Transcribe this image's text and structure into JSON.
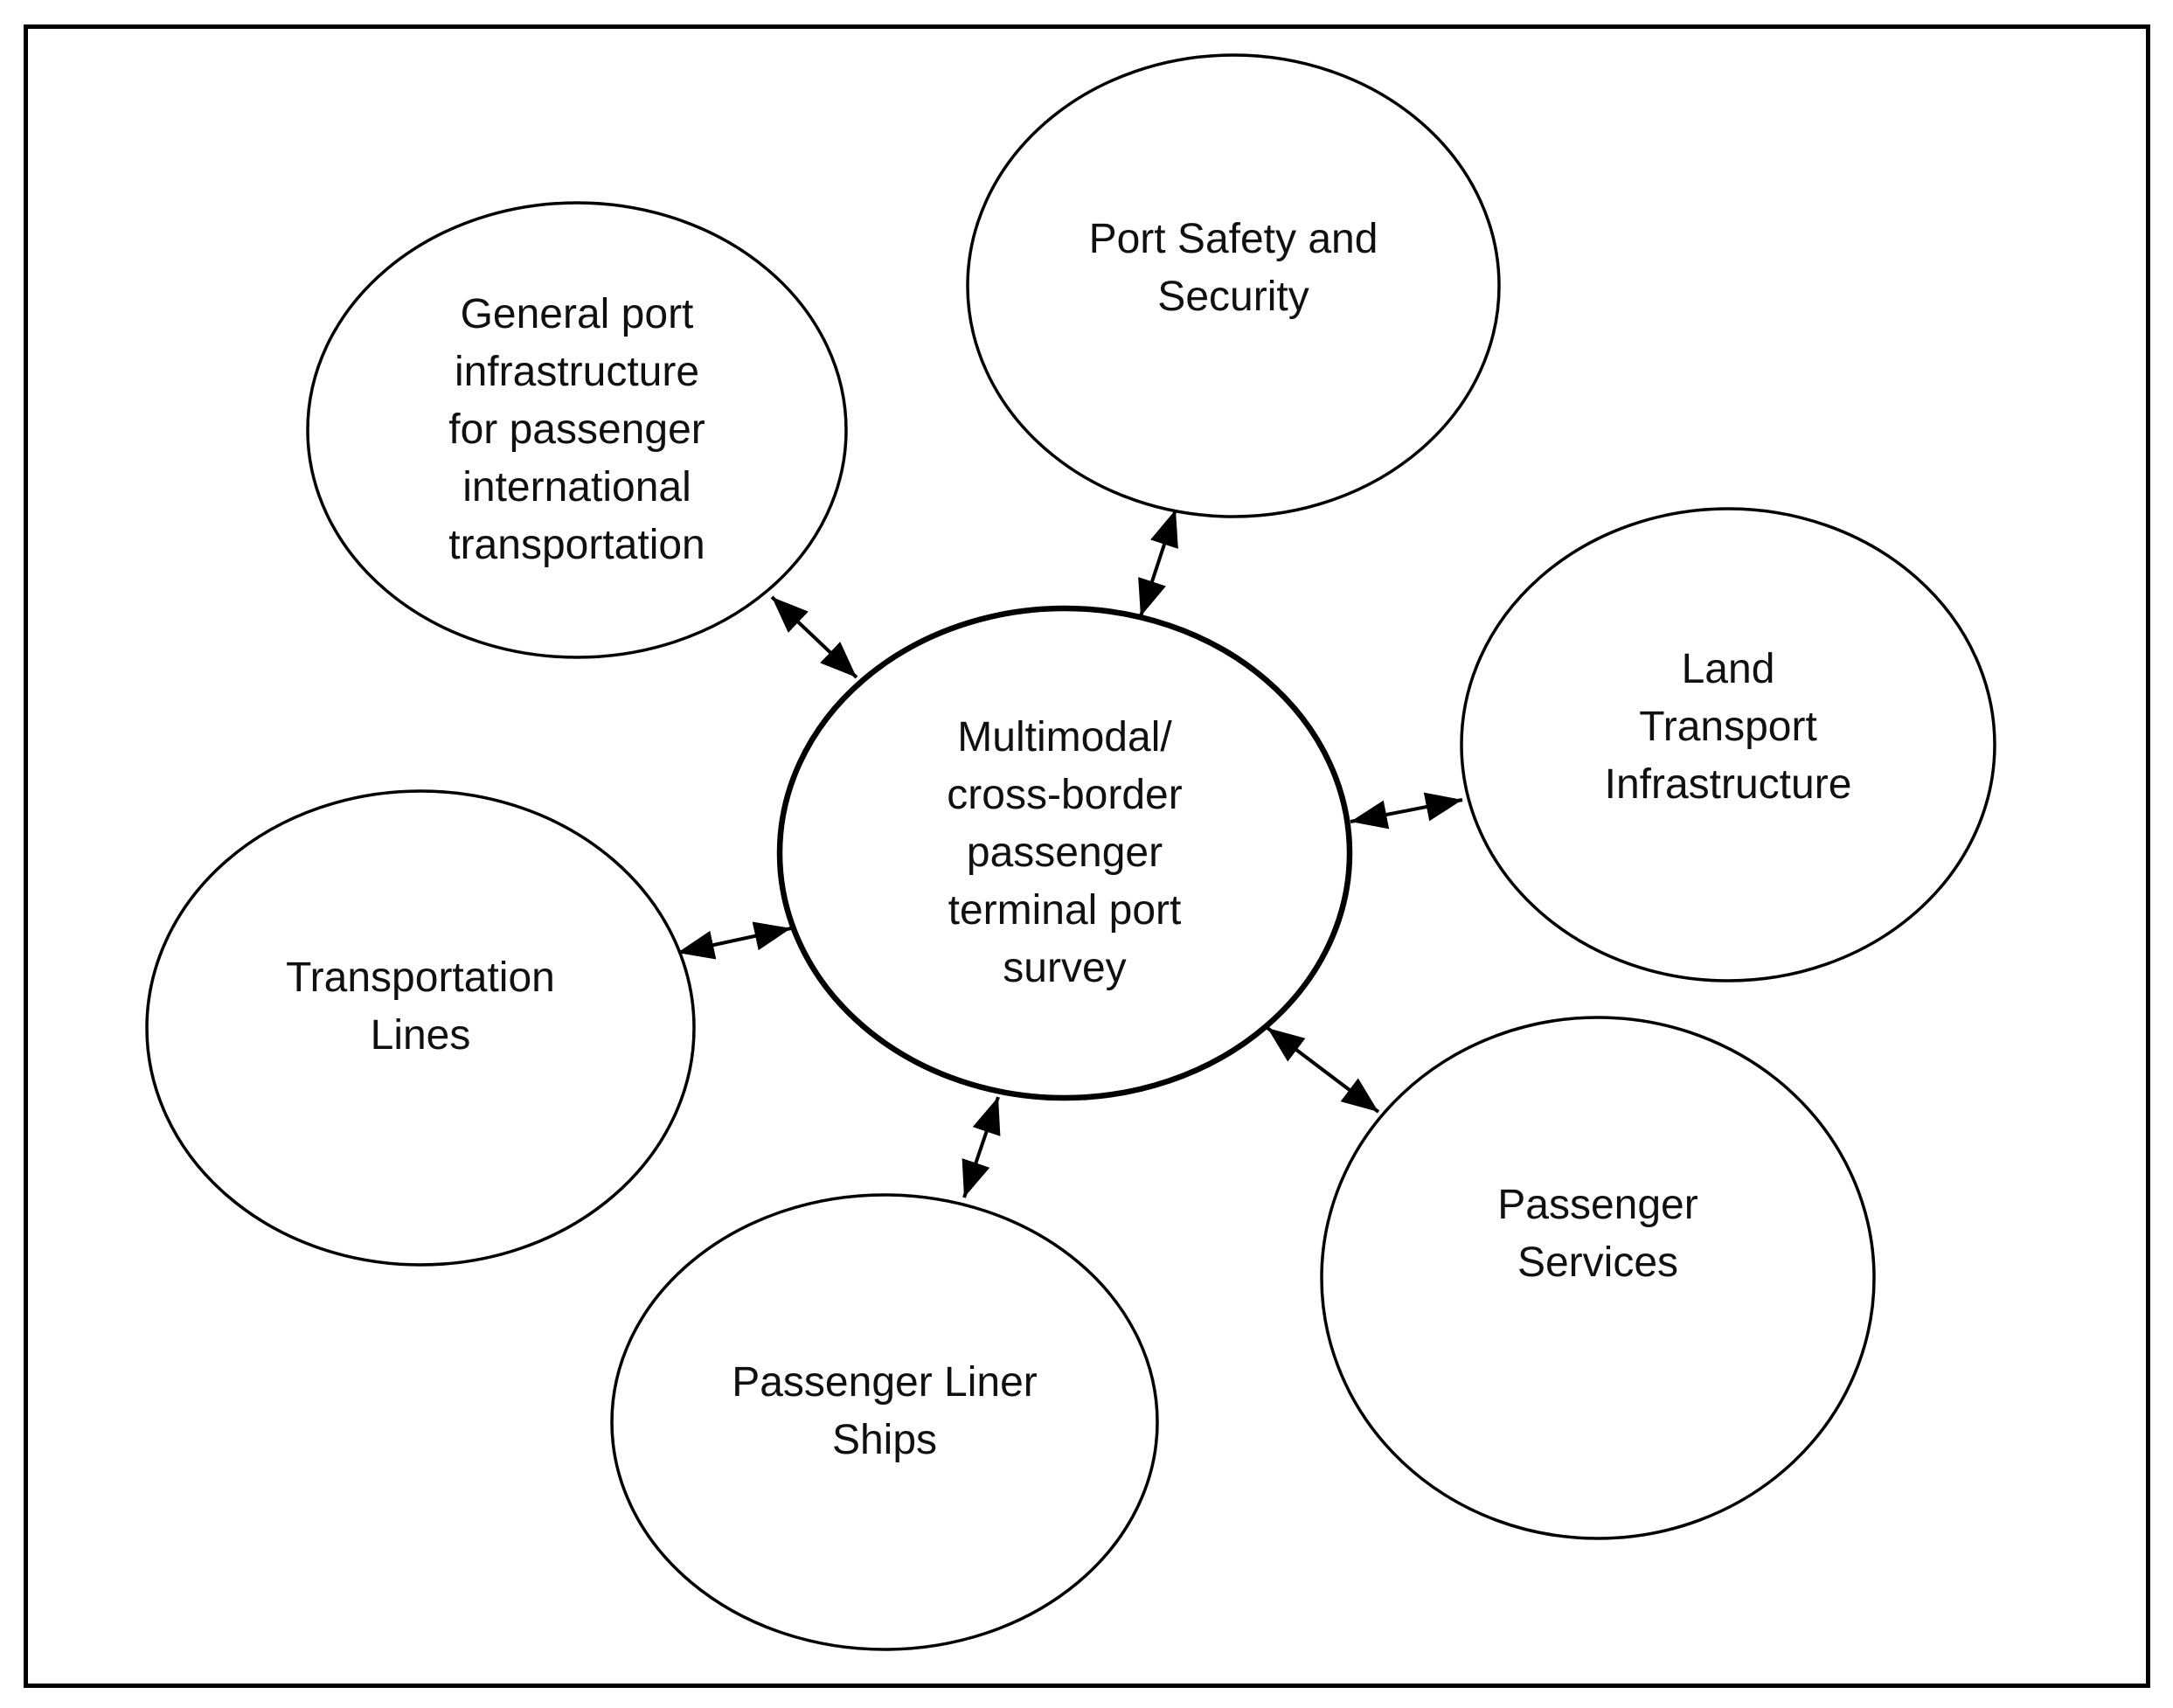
{
  "diagram": {
    "type": "hub-and-spoke",
    "center_node": {
      "id": "multimodal-cross-border-passenger-terminal-port-survey",
      "label": "Multimodal/\ncross-border\npassenger\nterminal port\nsurvey"
    },
    "nodes": [
      {
        "id": "general-port-infrastructure",
        "label": "General port\ninfrastructure\nfor passenger\ninternational\ntransportation"
      },
      {
        "id": "port-safety-and-security",
        "label": "Port Safety and\nSecurity"
      },
      {
        "id": "land-transport-infrastructure",
        "label": "Land\nTransport\nInfrastructure"
      },
      {
        "id": "passenger-services",
        "label": "Passenger\nServices"
      },
      {
        "id": "passenger-liner-ships",
        "label": "Passenger Liner\nShips"
      },
      {
        "id": "transportation-lines",
        "label": "Transportation\nLines"
      }
    ],
    "connections": [
      {
        "from": "multimodal-cross-border-passenger-terminal-port-survey",
        "to": "general-port-infrastructure",
        "style": "double-headed-arrow"
      },
      {
        "from": "multimodal-cross-border-passenger-terminal-port-survey",
        "to": "port-safety-and-security",
        "style": "double-headed-arrow"
      },
      {
        "from": "multimodal-cross-border-passenger-terminal-port-survey",
        "to": "land-transport-infrastructure",
        "style": "double-headed-arrow"
      },
      {
        "from": "multimodal-cross-border-passenger-terminal-port-survey",
        "to": "passenger-services",
        "style": "double-headed-arrow"
      },
      {
        "from": "multimodal-cross-border-passenger-terminal-port-survey",
        "to": "passenger-liner-ships",
        "style": "double-headed-arrow"
      },
      {
        "from": "multimodal-cross-border-passenger-terminal-port-survey",
        "to": "transportation-lines",
        "style": "double-headed-arrow"
      }
    ],
    "colors": {
      "stroke": "#000000",
      "text": "#101010",
      "background": "#ffffff"
    }
  }
}
